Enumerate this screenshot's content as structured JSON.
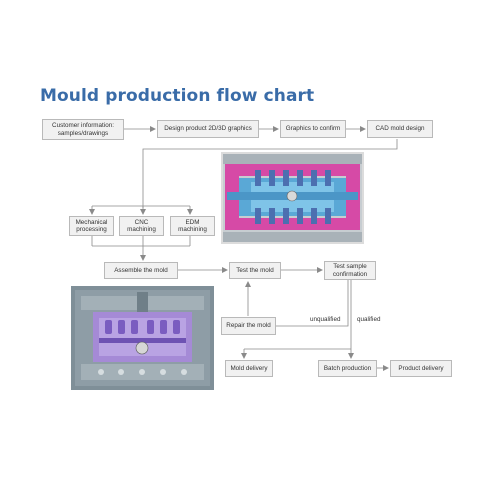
{
  "title": "Mould production flow chart",
  "nodes": {
    "customer_info": "Customer information:\nsamples/drawings",
    "design_product": "Design product 2D/3D graphics",
    "graphics_confirm": "Graphics to confirm",
    "cad_design": "CAD mold design",
    "mechanical": "Mechanical\nprocessing",
    "cnc": "CNC\nmachining",
    "edm": "EDM\nmachining",
    "assemble": "Assemble the mold",
    "test_mold": "Test the mold",
    "test_sample": "Test sample\nconfirmation",
    "repair": "Repair the mold",
    "mold_delivery": "Mold delivery",
    "batch": "Batch production",
    "product_delivery": "Product delivery"
  },
  "edge_labels": {
    "unqualified": "unqualified",
    "qualified": "qualified"
  },
  "colors": {
    "title": "#3a6ca8",
    "box_fill": "#f1f1f1",
    "box_border": "#b9b9b9",
    "connector": "#8a8a8a",
    "mold_magenta": "#d64aa6",
    "mold_blue": "#5aa8d6",
    "mold_purple": "#a58ad6",
    "mold_gray": "#8e9da6"
  }
}
